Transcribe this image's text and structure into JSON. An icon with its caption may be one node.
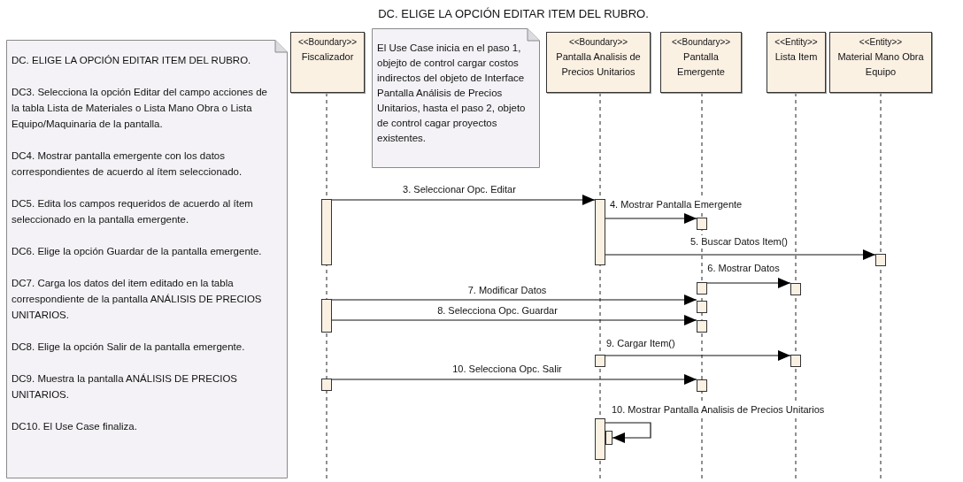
{
  "diagram": {
    "title": "DC. ELIGE LA OPCIÓN EDITAR ITEM DEL RUBRO.",
    "nodes": [
      {
        "text": [
          "DC. ELIGE LA OPCIÓN EDITAR ITEM DEL RUBRO.",
          "DC3. Selecciona la opción Editar del campo acciones de la tabla Lista de Materiales o Lista Mano Obra o Lista Equipo/Maquinaria de la pantalla.",
          "DC4. Mostrar pantalla emergente con los datos correspondientes de acuerdo al ítem seleccionado.",
          "DC5. Edita los campos requeridos de acuerdo al ítem seleccionado en la pantalla emergente.",
          "DC6. Elige la opción Guardar de la pantalla emergente.",
          "DC7. Carga los datos del item editado en la tabla correspondiente de la pantalla ANÁLISIS DE PRECIOS UNITARIOS.",
          "DC8. Elige la opción Salir de la pantalla emergente.",
          "DC9. Muestra la pantalla ANÁLISIS DE PRECIOS UNITARIOS.",
          "DC10. El Use Case finaliza."
        ]
      },
      {
        "text": [
          "<<Boundary>>",
          "Fiscalizador"
        ]
      },
      {
        "text": [
          "El Use Case inicia en el paso 1, objejto de control cargar costos indirectos del objeto de Interface Pantalla Análisis de Precios Unitarios, hasta el paso 2, objeto de control cagar proyectos existentes."
        ]
      },
      {
        "text": [
          "<<Boundary>>",
          "Pantalla Analisis de Precios Unitarios"
        ]
      },
      {
        "text": [
          "<<Boundary>>",
          "Pantalla Emergente"
        ]
      },
      {
        "text": [
          "<<Entity>>",
          "Lista Item"
        ]
      },
      {
        "text": [
          "<<Entity>>",
          "Material Mano Obra Equipo"
        ]
      },
      {
        "text": [],
        "shape": "bar"
      },
      {
        "text": [],
        "shape": "bar"
      },
      {
        "text": [],
        "shape": "bar"
      },
      {
        "text": [],
        "shape": "bar"
      },
      {
        "text": [],
        "shape": "bar"
      },
      {
        "text": [],
        "shape": "bar"
      },
      {
        "text": [],
        "shape": "bar"
      },
      {
        "text": [],
        "shape": "bar"
      },
      {
        "text": [],
        "shape": "bar"
      },
      {
        "text": [],
        "shape": "bar"
      },
      {
        "text": [],
        "shape": "bar"
      },
      {
        "text": [],
        "shape": "bar"
      },
      {
        "text": [],
        "shape": "bar"
      },
      {
        "text": [],
        "shape": "bar"
      },
      {
        "text": [],
        "shape": "bar"
      }
    ],
    "edges": [
      {
        "from": 7,
        "to": 8,
        "arrow": "to",
        "label": "3. Seleccionar Opc. Editar"
      },
      {
        "from": 8,
        "to": 9,
        "arrow": "to",
        "label": "4. Mostrar Pantalla Emergente"
      },
      {
        "from": 8,
        "to": 10,
        "arrow": "to",
        "label": "5. Buscar Datos Item()"
      },
      {
        "from": 11,
        "to": 12,
        "arrow": "to",
        "label": "6. Mostrar Datos"
      },
      {
        "from": 13,
        "to": 14,
        "arrow": "to",
        "label": "7. Modificar Datos"
      },
      {
        "from": 13,
        "to": 15,
        "arrow": "to",
        "label": "8. Selecciona Opc. Guardar"
      },
      {
        "from": 16,
        "to": 17,
        "arrow": "to",
        "label": "9. Cargar Item()"
      },
      {
        "from": 18,
        "to": 19,
        "arrow": "to",
        "label": "10. Selecciona Opc. Salir"
      },
      {
        "from": 20,
        "to": 21,
        "arrow": "to",
        "label": "10. Mostrar Pantalla Analisis de Precios Unitarios"
      }
    ]
  }
}
